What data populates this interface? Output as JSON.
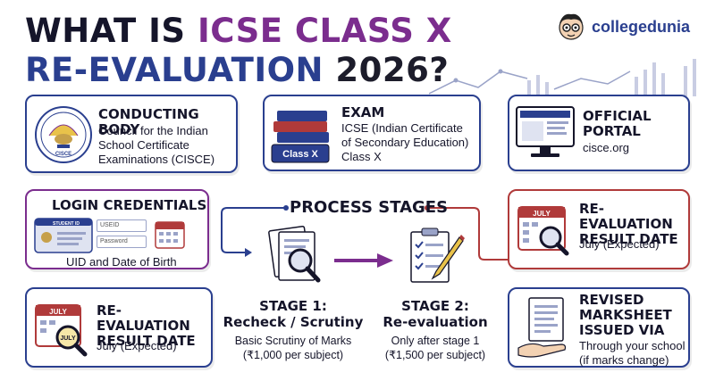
{
  "title": {
    "line1_prefix": "WHAT IS ",
    "line1_accent": "ICSE CLASS X",
    "line2_accent": "RE-EVALUATION",
    "line2_suffix": " 2026?"
  },
  "brand": {
    "name": "collegedunia"
  },
  "conducting_body": {
    "heading": "CONDUCTING BODY",
    "text": "Council for the Indian School Certificate Examinations (CISCE)",
    "seal_label": "CISCE"
  },
  "exam": {
    "heading": "EXAM",
    "text": "ICSE (Indian Certificate of Secondary Education) Class X",
    "book_label": "Class X"
  },
  "portal": {
    "heading": "OFFICIAL PORTAL",
    "text": "cisce.org"
  },
  "login": {
    "heading": "LOGIN CREDENTIALS",
    "text": "UID and Date of Birth",
    "id_card_label": "STUDENT ID",
    "userid_placeholder": "USEID",
    "password_placeholder": "Password"
  },
  "process": {
    "heading": "PROCESS STAGES",
    "stage1": {
      "title": "STAGE 1:",
      "subtitle": "Recheck / Scrutiny",
      "desc1": "Basic Scrutiny of Marks",
      "desc2": "(₹1,000 per subject)"
    },
    "stage2": {
      "title": "STAGE 2:",
      "subtitle": "Re-evaluation",
      "desc1": "Only after stage 1",
      "desc2": "(₹1,500 per subject)"
    }
  },
  "result_right": {
    "heading": "RE-EVALUATION RESULT DATE",
    "text": "July (Expected)",
    "calendar_month": "JULY"
  },
  "result_left": {
    "heading": "RE-EVALUATION RESULT DATE",
    "text": "July (Expected)",
    "calendar_month": "JULY",
    "magnifier_label": "JULY"
  },
  "marksheet": {
    "heading": "REVISED MARKSHEET ISSUED VIA",
    "text": "Through your school (if marks change)"
  },
  "colors": {
    "navy": "#2a3f8f",
    "purple": "#7b2d8e",
    "red": "#b03a3a"
  }
}
